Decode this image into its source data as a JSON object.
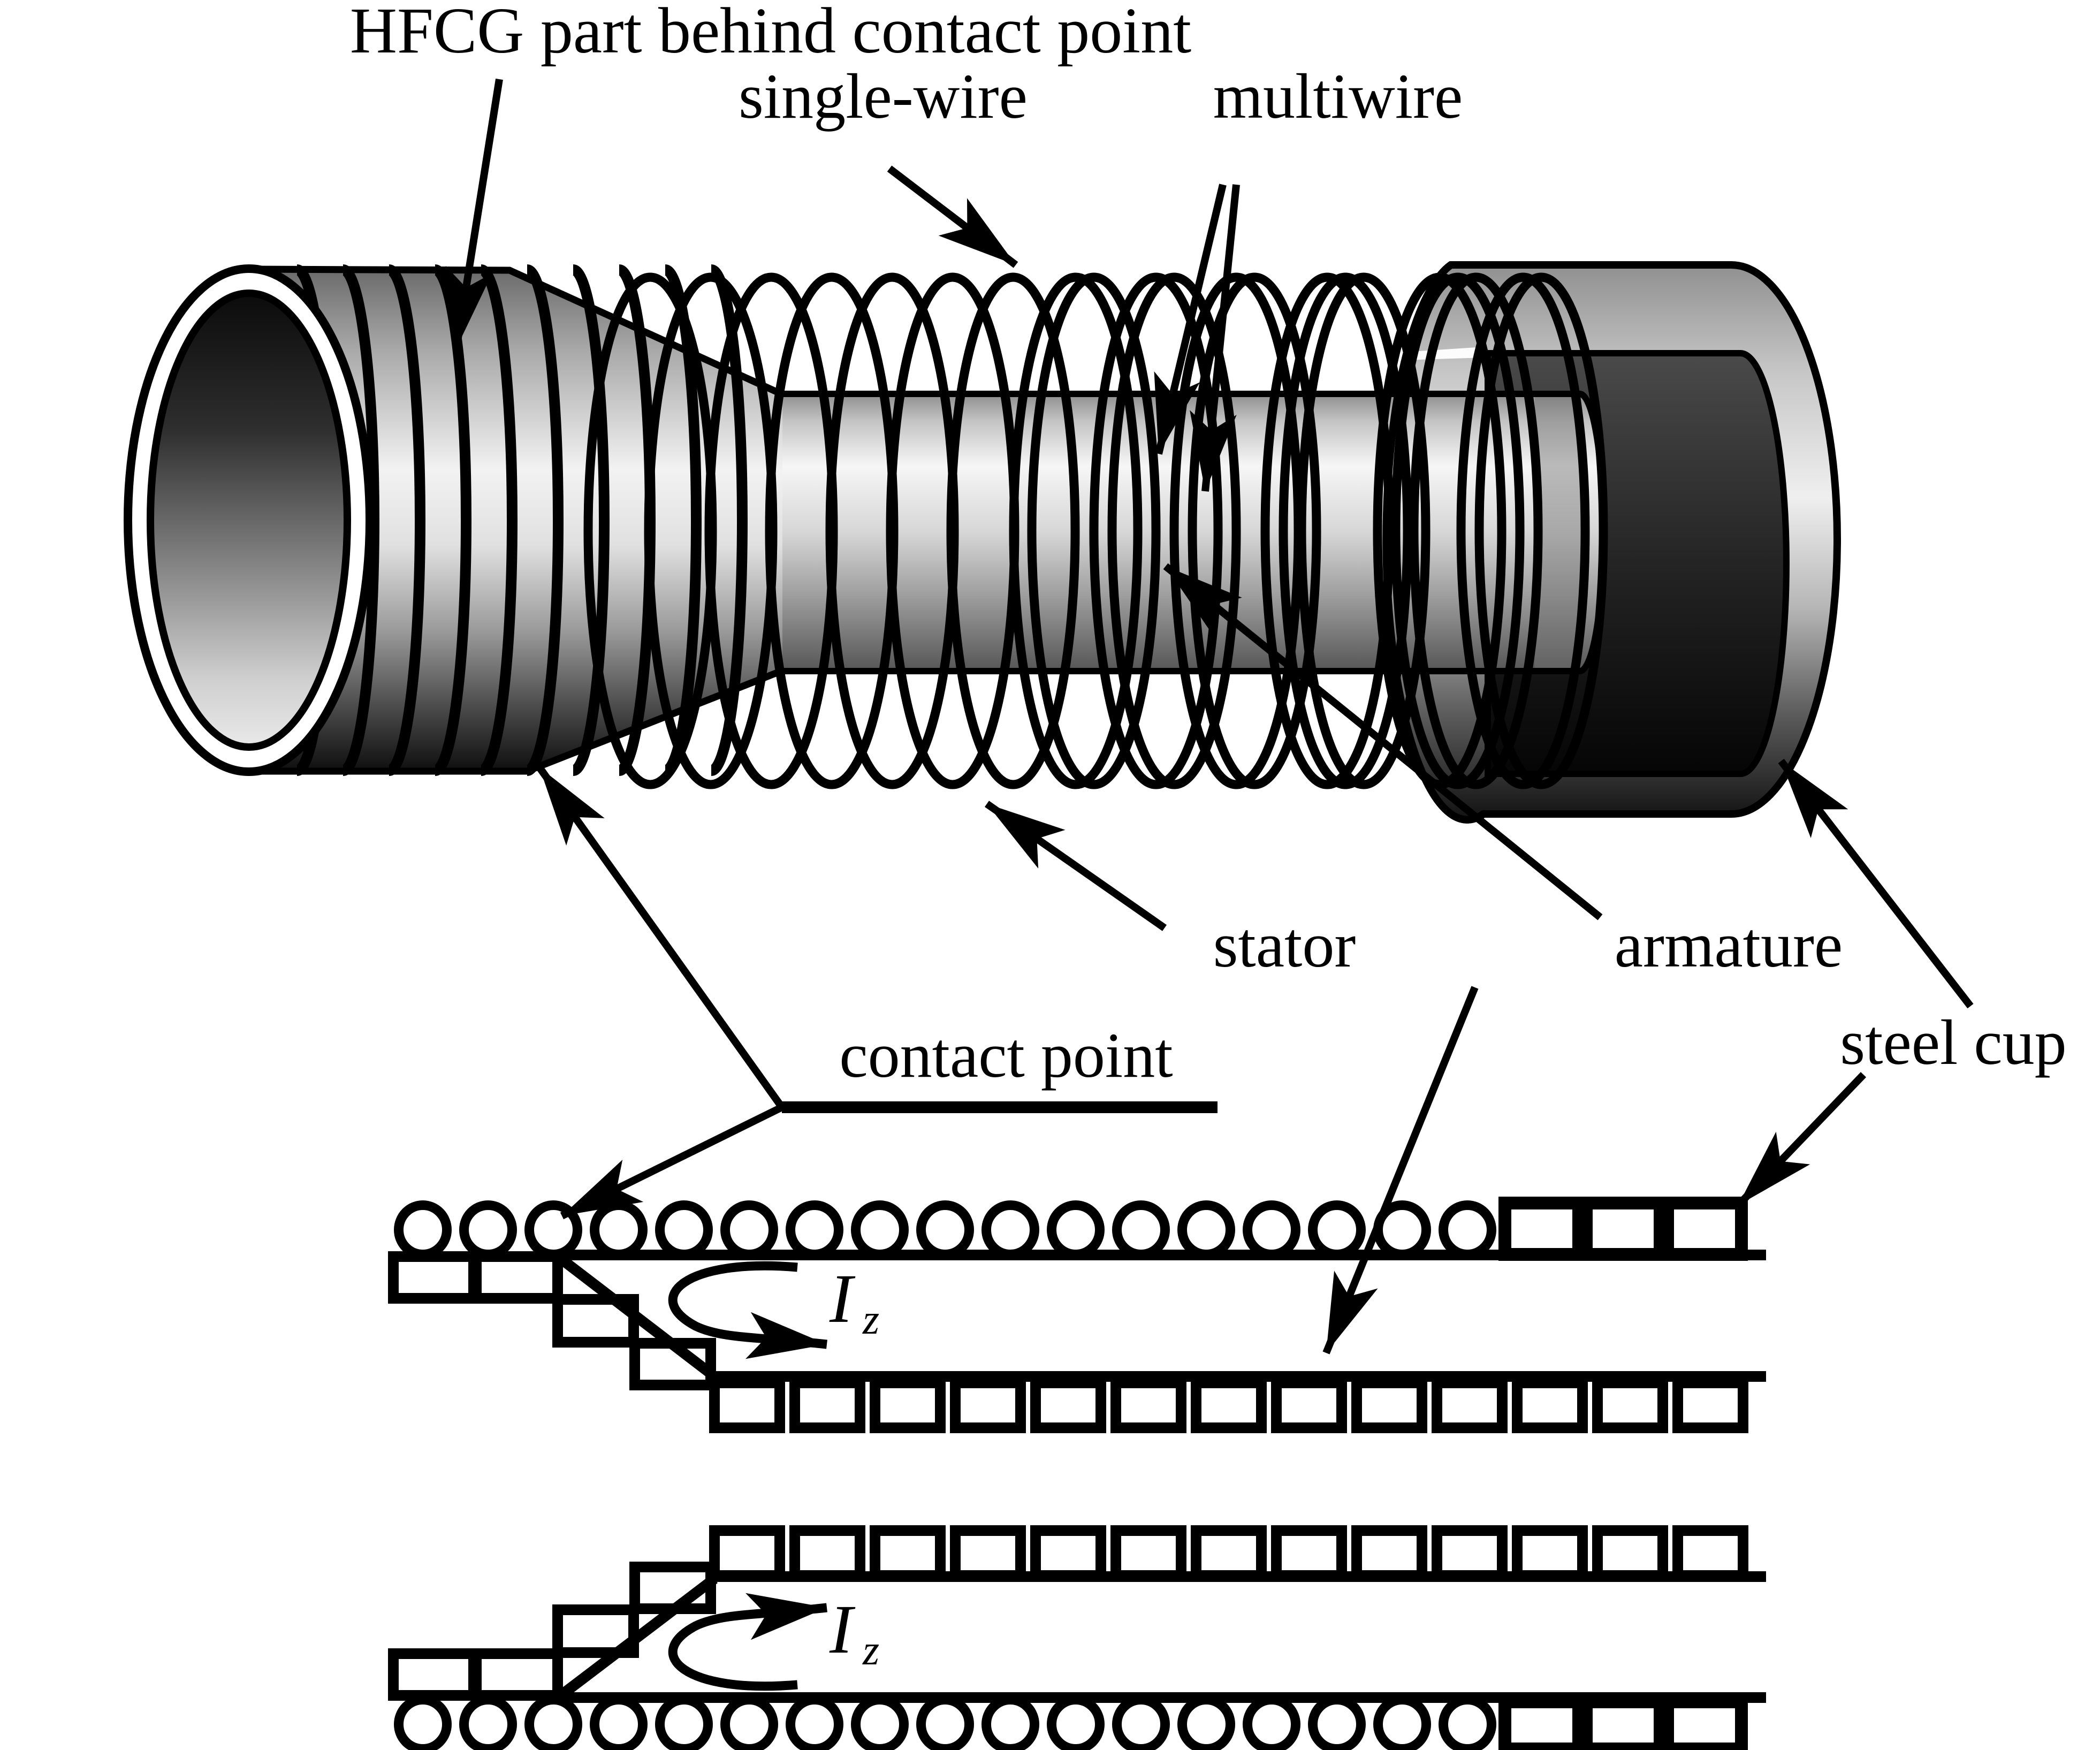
{
  "figure": {
    "title": "HFCG part behind contact point",
    "labels": {
      "single_wire": "single-wire",
      "multiwire": "multiwire",
      "stator": "stator",
      "armature": "armature",
      "steel_cup": "steel cup",
      "contact_point": "contact point"
    },
    "current_label": {
      "symbol": "I",
      "subscript": "z"
    },
    "colors": {
      "ink": "#000000",
      "paper": "#ffffff"
    }
  }
}
